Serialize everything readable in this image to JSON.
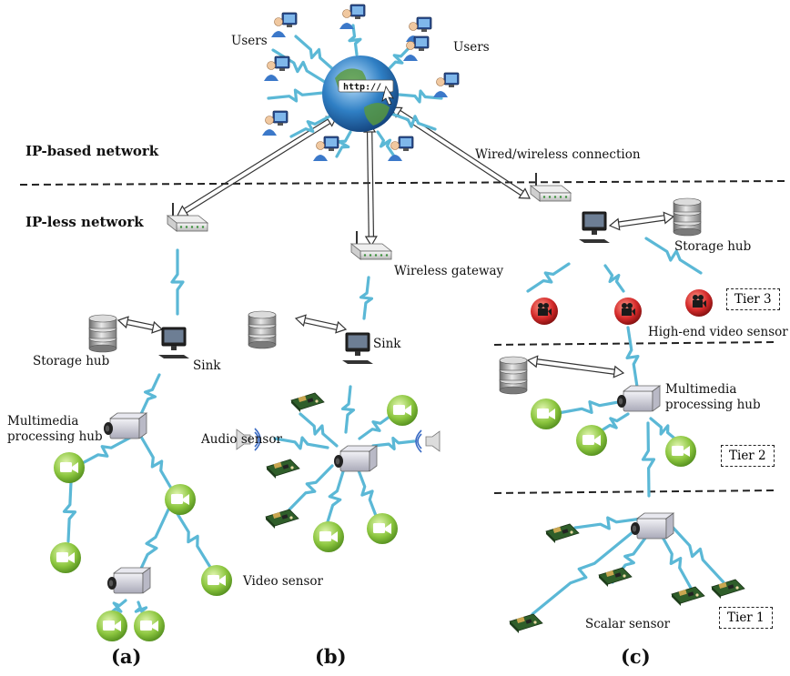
{
  "labels": {
    "users_left": "Users",
    "users_right": "Users",
    "ip_based": "IP-based network",
    "ip_less": "IP-less network",
    "wired_wireless": "Wired/wireless connection",
    "wireless_gateway": "Wireless gateway",
    "storage_hub_a": "Storage hub",
    "storage_hub_c": "Storage hub",
    "sink_a": "Sink",
    "sink_b": "Sink",
    "mm_hub_a_line1": "Multimedia",
    "mm_hub_a_line2": "processing hub",
    "mm_hub_c_line1": "Multimedia",
    "mm_hub_c_line2": "processing hub",
    "audio_sensor": "Audio sensor",
    "video_sensor": "Video sensor",
    "high_end_video_sensor": "High-end video sensor",
    "scalar_sensor": "Scalar sensor",
    "url_text": "http://"
  },
  "tiers": {
    "tier3": "Tier 3",
    "tier2": "Tier 2",
    "tier1": "Tier 1"
  },
  "panels": {
    "a": "(a)",
    "b": "(b)",
    "c": "(c)"
  },
  "colors": {
    "link": "#5bb8d6",
    "video_sensor": "#8cc63f",
    "high_end_sensor": "#d42a2a",
    "globe": "#2f7fc4"
  }
}
